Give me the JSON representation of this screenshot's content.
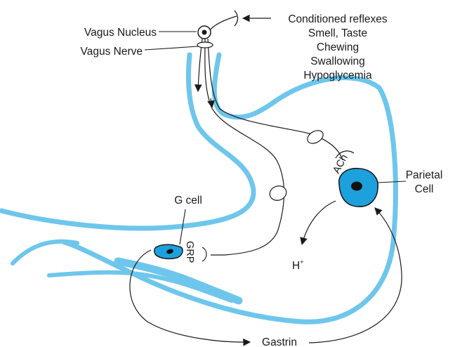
{
  "labels": {
    "vagus_nucleus": "Vagus Nucleus",
    "vagus_nerve": "Vagus Nerve",
    "stimuli": [
      "Conditioned reflexes",
      "Smell, Taste",
      "Chewing",
      "Swallowing",
      "Hypoglycemia"
    ],
    "g_cell": "G cell",
    "grp": "GRP",
    "ach": "ACh",
    "parietal_cell": [
      "Parietal",
      "Cell"
    ],
    "h_plus_base": "H",
    "h_plus_sup": "+",
    "gastrin": "Gastrin"
  },
  "colors": {
    "stomach_wall": "#6ec6ec",
    "cell_fill": "#1da1dc",
    "nucleus": "#111111",
    "line": "#1a1a1a"
  }
}
